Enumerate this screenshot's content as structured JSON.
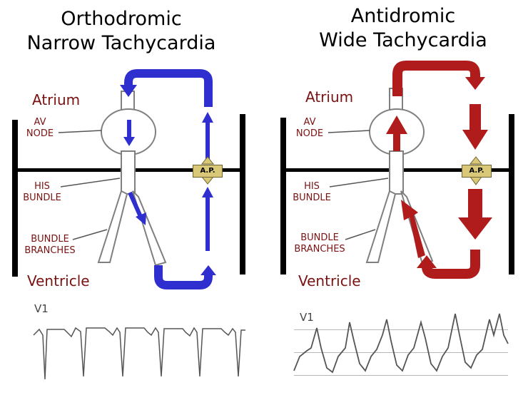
{
  "left": {
    "title_line1": "Orthodromic",
    "title_line2": "Narrow Tachycardia",
    "atrium": "Atrium",
    "av_node_line1": "AV",
    "av_node_line2": "NODE",
    "his_line1": "HIS",
    "his_line2": "BUNDLE",
    "branches_line1": "BUNDLE",
    "branches_line2": "BRANCHES",
    "ventricle": "Ventricle",
    "ap": "A.P.",
    "ecg_lead": "V1",
    "arrow_color": "#2f2fcf"
  },
  "right": {
    "title_line1": "Antidromic",
    "title_line2": "Wide Tachycardia",
    "atrium": "Atrium",
    "av_node_line1": "AV",
    "av_node_line2": "NODE",
    "his_line1": "HIS",
    "his_line2": "BUNDLE",
    "branches_line1": "BUNDLE",
    "branches_line2": "BRANCHES",
    "ventricle": "Ventricle",
    "ap": "A.P.",
    "ecg_lead": "V1",
    "arrow_color": "#b01c1c"
  },
  "colors": {
    "label_color": "#7a1212",
    "ap_box": "#d8c878"
  }
}
